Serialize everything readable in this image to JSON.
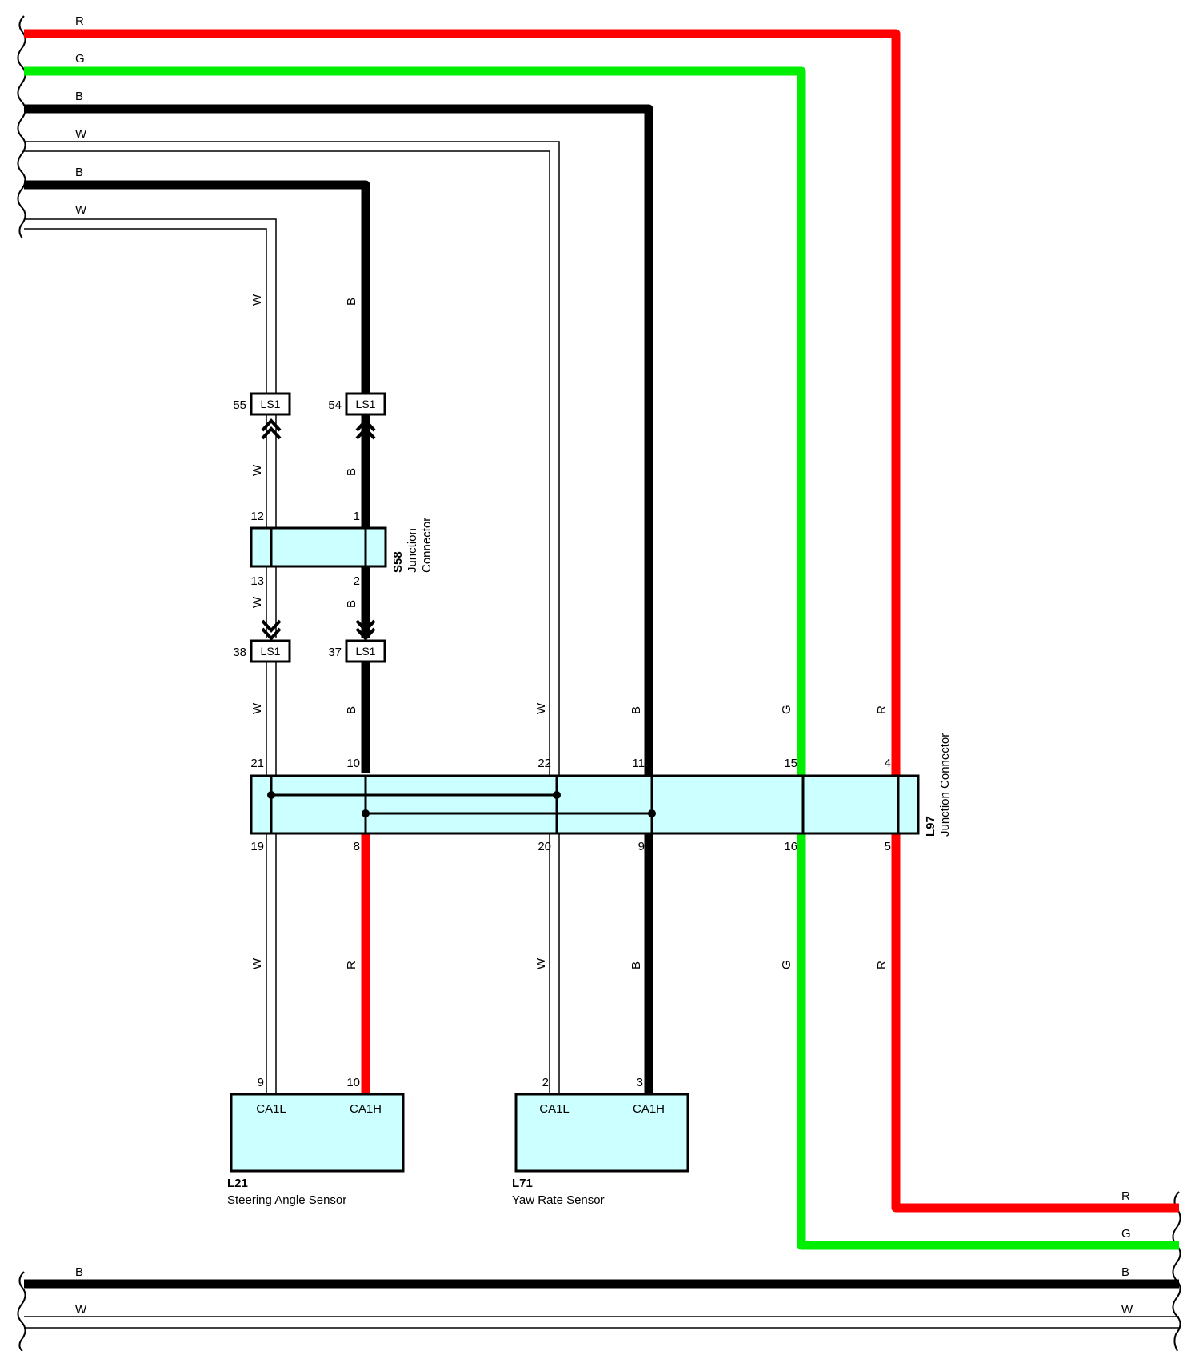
{
  "wire_colors": {
    "R": "#ff0000",
    "G": "#00ee00",
    "B": "#000000",
    "W": "#ffffff"
  },
  "top_bus": [
    "R",
    "G",
    "B",
    "W",
    "B",
    "W"
  ],
  "bottom_left_bus": [
    "B",
    "W"
  ],
  "bottom_right_bus": [
    "R",
    "G",
    "B",
    "W"
  ],
  "wire_labels": {
    "left_w": "W",
    "left_b": "B",
    "mid_w": "W",
    "mid_b": "B",
    "right_g": "G",
    "right_r": "R",
    "lower_r": "R"
  },
  "ls1": {
    "label": "LS1",
    "pins": {
      "p55": "55",
      "p54": "54",
      "p38": "38",
      "p37": "37"
    }
  },
  "s58": {
    "id": "S58",
    "name_line1": "Junction",
    "name_line2": "Connector",
    "pins": {
      "p12": "12",
      "p1": "1",
      "p13": "13",
      "p2": "2"
    }
  },
  "l97": {
    "id": "L97",
    "name": "Junction Connector",
    "pins_top": {
      "p21": "21",
      "p10": "10",
      "p22": "22",
      "p11": "11",
      "p15": "15",
      "p4": "4"
    },
    "pins_bottom": {
      "p19": "19",
      "p8": "8",
      "p20": "20",
      "p9": "9",
      "p16": "16",
      "p5": "5"
    }
  },
  "l21": {
    "id": "L21",
    "name": "Steering Angle Sensor",
    "pin_low": "9",
    "pin_high": "10",
    "term_low": "CA1L",
    "term_high": "CA1H"
  },
  "l71": {
    "id": "L71",
    "name": "Yaw Rate Sensor",
    "pin_low": "2",
    "pin_high": "3",
    "term_low": "CA1L",
    "term_high": "CA1H"
  }
}
